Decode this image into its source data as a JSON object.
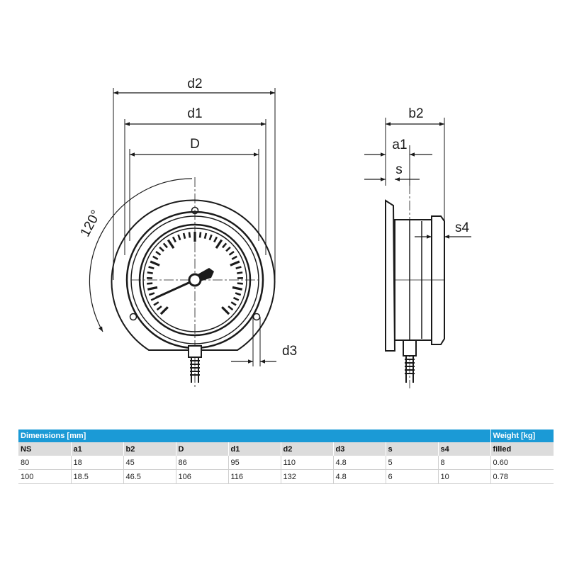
{
  "drawing": {
    "front_labels": {
      "d2": "d2",
      "d1": "d1",
      "D": "D",
      "angle": "120°",
      "d3": "d3"
    },
    "side_labels": {
      "b2": "b2",
      "a1": "a1",
      "s": "s",
      "s4": "s4"
    }
  },
  "table": {
    "group_header": "Dimensions [mm]",
    "weight_header": "Weight [kg]",
    "columns": [
      "NS",
      "a1",
      "b2",
      "D",
      "d1",
      "d2",
      "d3",
      "s",
      "s4",
      "filled"
    ],
    "rows": [
      [
        "80",
        "18",
        "45",
        "86",
        "95",
        "110",
        "4.8",
        "5",
        "8",
        "0.60"
      ],
      [
        "100",
        "18.5",
        "46.5",
        "106",
        "116",
        "132",
        "4.8",
        "6",
        "10",
        "0.78"
      ]
    ],
    "colors": {
      "header_bg": "#1b9ad6",
      "column_bg": "#dcdcdc"
    }
  }
}
